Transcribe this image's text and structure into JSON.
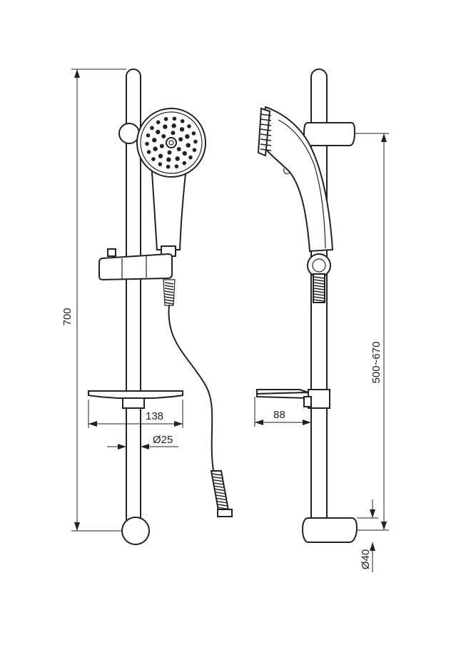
{
  "dimensions": {
    "total_height": "700",
    "soap_dish_width": "138",
    "rail_diameter": "Ø25",
    "holder_range": "500~670",
    "dish_projection": "88",
    "bracket_diameter": "Ø40"
  }
}
